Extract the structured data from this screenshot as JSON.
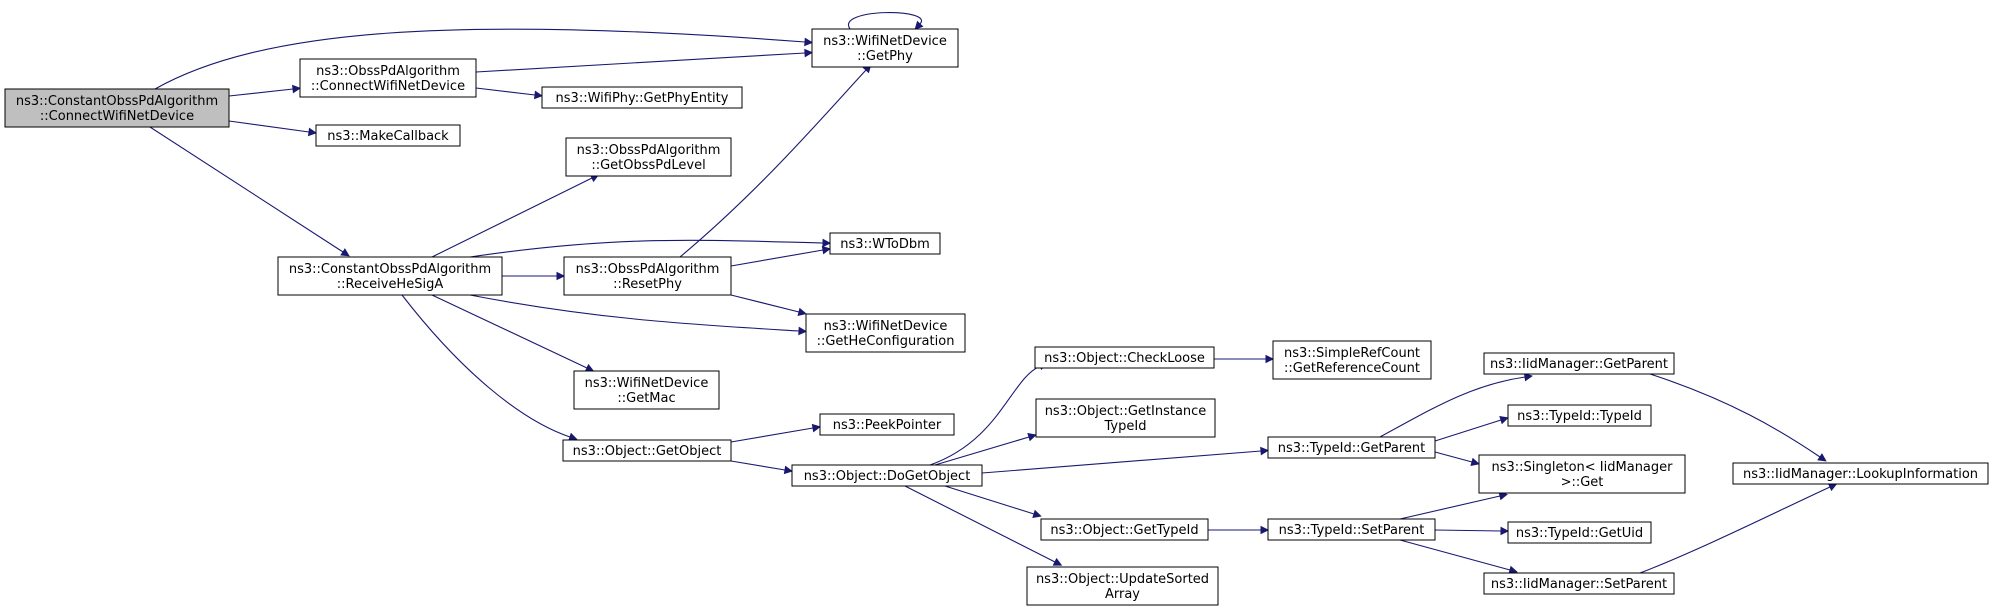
{
  "diagram": {
    "nodes": [
      {
        "id": "constant_connect",
        "lines": [
          "ns3::ConstantObssPdAlgorithm",
          "::ConnectWifiNetDevice"
        ],
        "root": true
      },
      {
        "id": "obsspd_connect",
        "lines": [
          "ns3::ObssPdAlgorithm",
          "::ConnectWifiNetDevice"
        ]
      },
      {
        "id": "makecallback",
        "lines": [
          "ns3::MakeCallback"
        ]
      },
      {
        "id": "receivehesiga",
        "lines": [
          "ns3::ConstantObssPdAlgorithm",
          "::ReceiveHeSigA"
        ]
      },
      {
        "id": "getphy",
        "lines": [
          "ns3::WifiNetDevice",
          "::GetPhy"
        ]
      },
      {
        "id": "getphyentity",
        "lines": [
          "ns3::WifiPhy::GetPhyEntity"
        ]
      },
      {
        "id": "getobsspdlevel",
        "lines": [
          "ns3::ObssPdAlgorithm",
          "::GetObssPdLevel"
        ]
      },
      {
        "id": "resetphy",
        "lines": [
          "ns3::ObssPdAlgorithm",
          "::ResetPhy"
        ]
      },
      {
        "id": "wtodbm",
        "lines": [
          "ns3::WToDbm"
        ]
      },
      {
        "id": "gethecfg",
        "lines": [
          "ns3::WifiNetDevice",
          "::GetHeConfiguration"
        ]
      },
      {
        "id": "getmac",
        "lines": [
          "ns3::WifiNetDevice",
          "::GetMac"
        ]
      },
      {
        "id": "getobject",
        "lines": [
          "ns3::Object::GetObject"
        ]
      },
      {
        "id": "peekpointer",
        "lines": [
          "ns3::PeekPointer"
        ]
      },
      {
        "id": "dogetobject",
        "lines": [
          "ns3::Object::DoGetObject"
        ]
      },
      {
        "id": "checkloose",
        "lines": [
          "ns3::Object::CheckLoose"
        ]
      },
      {
        "id": "getrefcount",
        "lines": [
          "ns3::SimpleRefCount",
          "::GetReferenceCount"
        ]
      },
      {
        "id": "getinstancetypeid",
        "lines": [
          "ns3::Object::GetInstance",
          "TypeId"
        ]
      },
      {
        "id": "typeid_getparent",
        "lines": [
          "ns3::TypeId::GetParent"
        ]
      },
      {
        "id": "getobjtypeid",
        "lines": [
          "ns3::Object::GetTypeId"
        ]
      },
      {
        "id": "updatesorted",
        "lines": [
          "ns3::Object::UpdateSorted",
          "Array"
        ]
      },
      {
        "id": "typeid_setparent",
        "lines": [
          "ns3::TypeId::SetParent"
        ]
      },
      {
        "id": "iid_getparent",
        "lines": [
          "ns3::IidManager::GetParent"
        ]
      },
      {
        "id": "typeid_typeid",
        "lines": [
          "ns3::TypeId::TypeId"
        ]
      },
      {
        "id": "singleton_get",
        "lines": [
          "ns3::Singleton< IidManager",
          " >::Get"
        ]
      },
      {
        "id": "typeid_getuid",
        "lines": [
          "ns3::TypeId::GetUid"
        ]
      },
      {
        "id": "iid_setparent",
        "lines": [
          "ns3::IidManager::SetParent"
        ]
      },
      {
        "id": "lookupinfo",
        "lines": [
          "ns3::IidManager::LookupInformation"
        ]
      }
    ]
  }
}
